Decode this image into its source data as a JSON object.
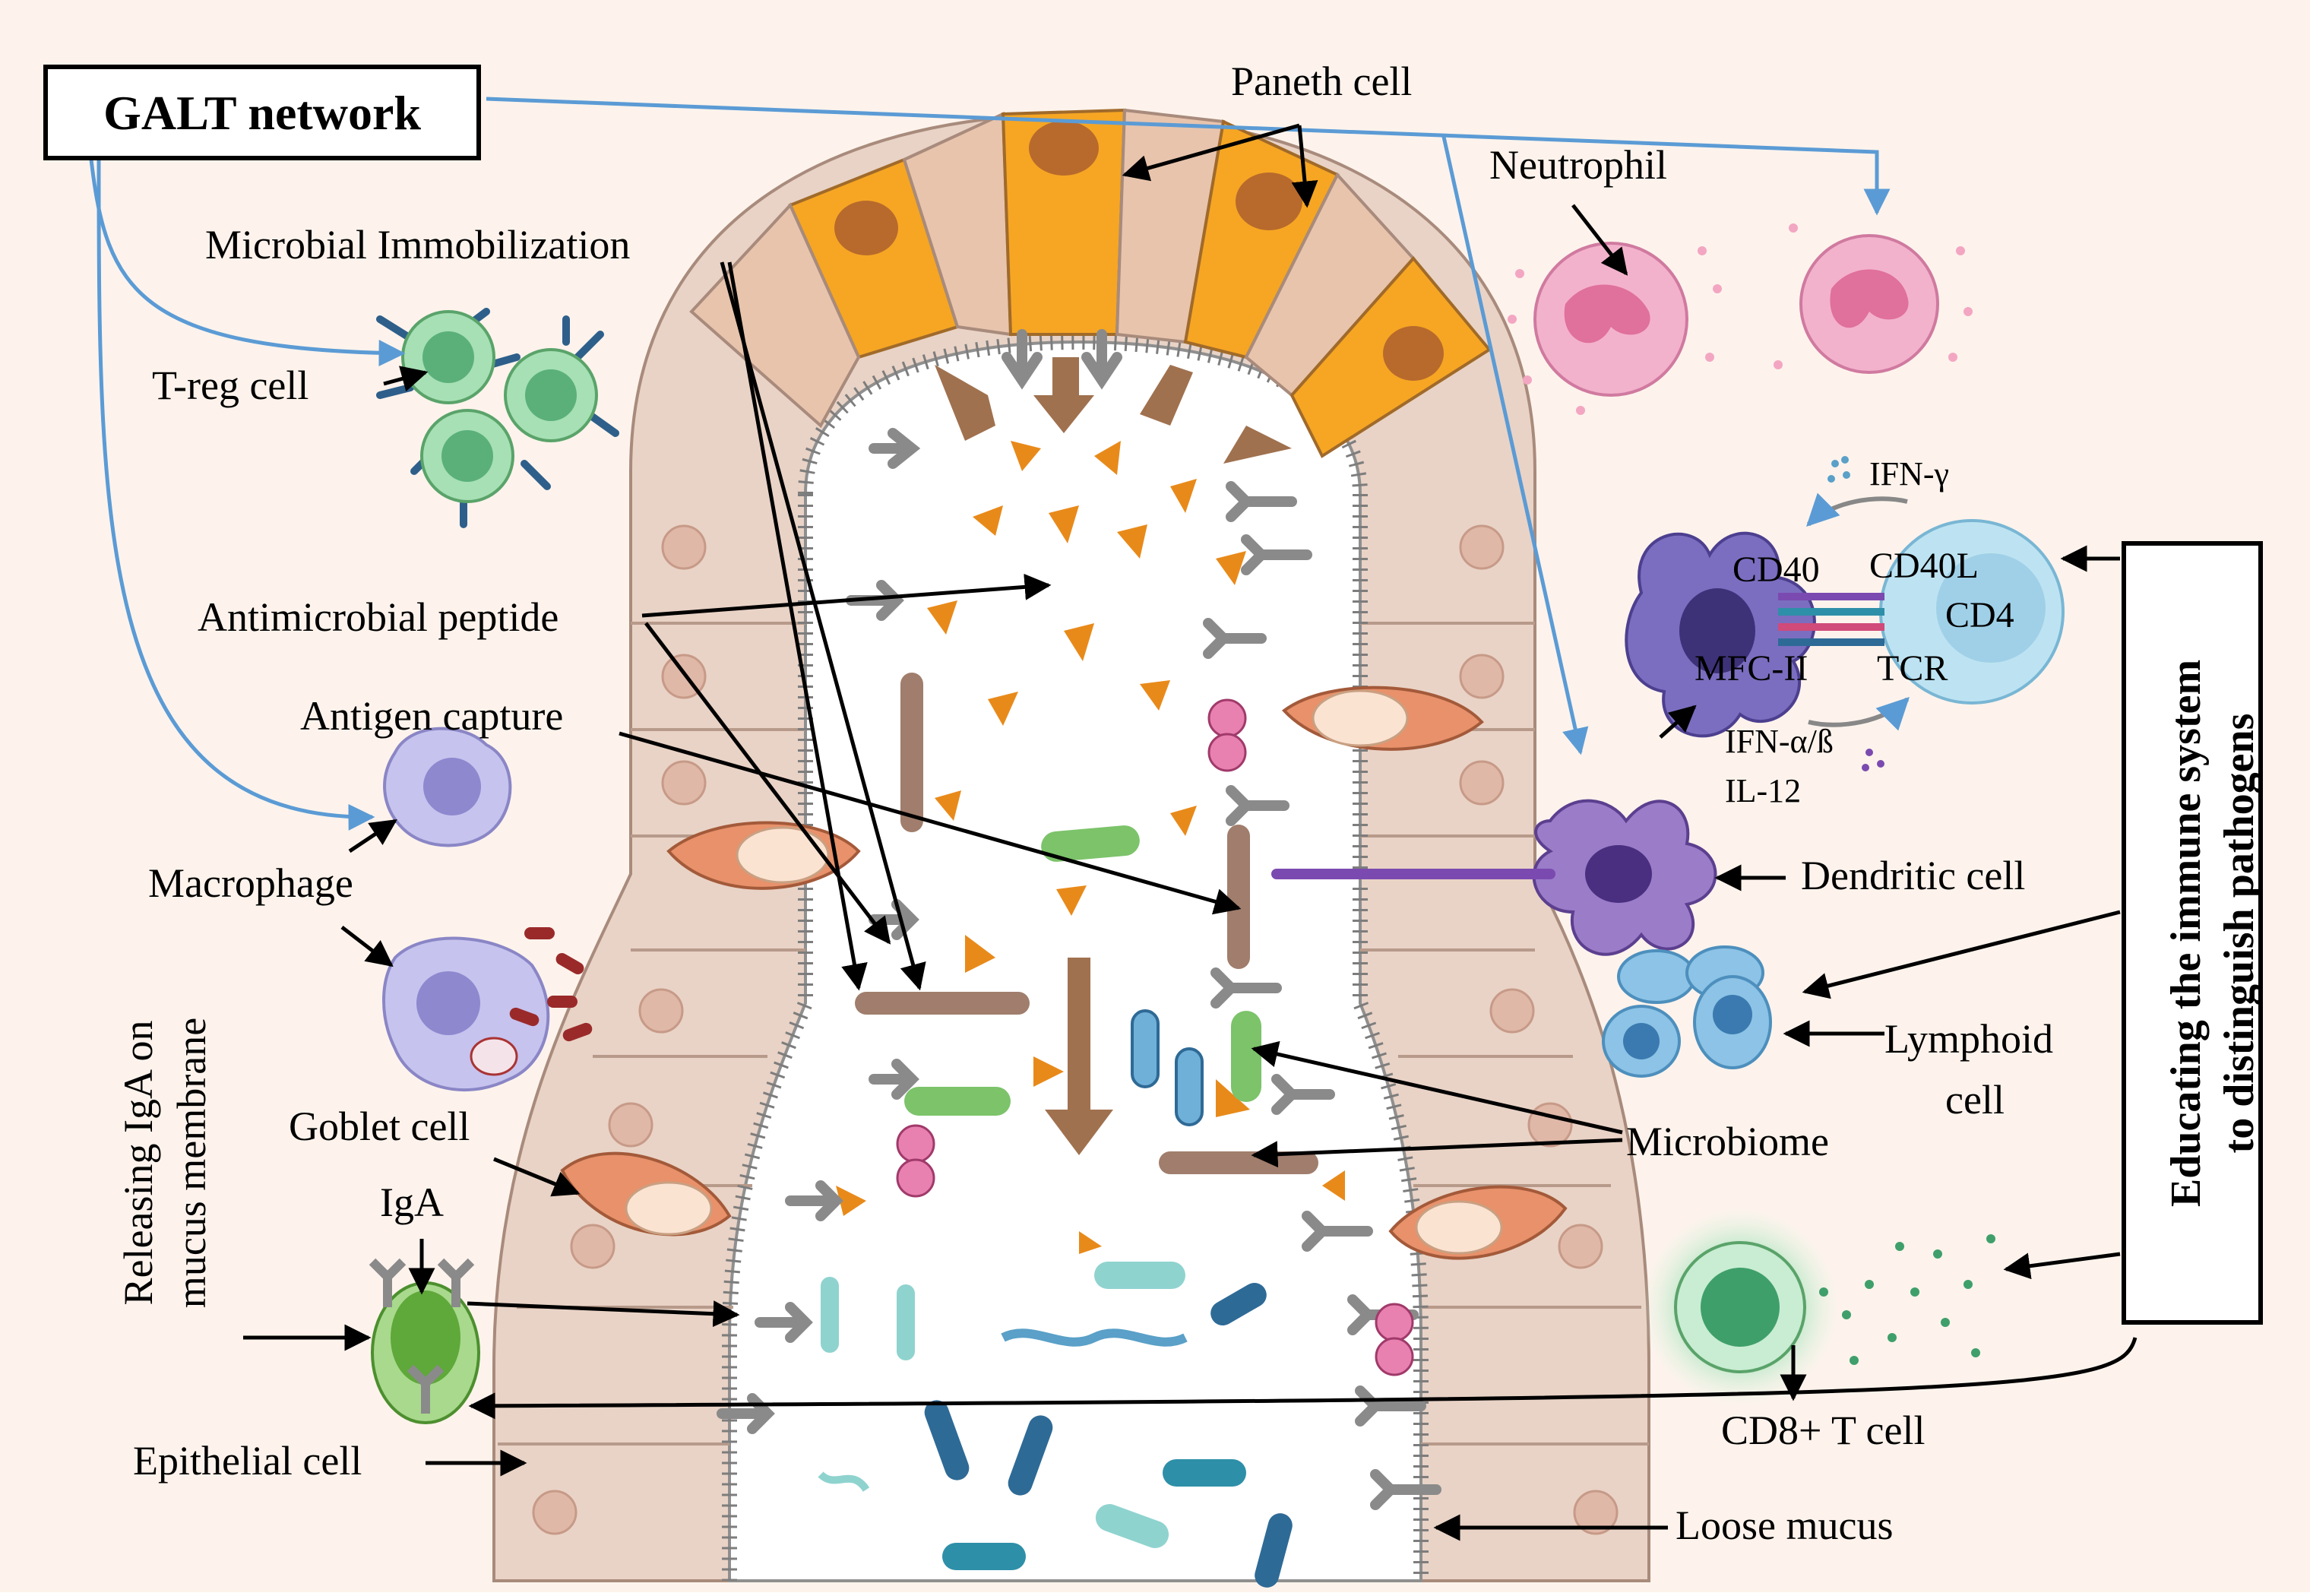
{
  "title": "GALT network",
  "side_panel": {
    "line1": "Educating the immune system",
    "line2": "to distinguish pathogens"
  },
  "left_vertical": {
    "line1": "Releasing IgA on",
    "line2": "mucus membrane"
  },
  "labels": {
    "paneth_cell": "Paneth cell",
    "neutrophil": "Neutrophil",
    "microbial_immobilization": "Microbial Immobilization",
    "treg_cell": "T-reg cell",
    "antimicrobial_peptide": "Antimicrobial peptide",
    "antigen_capture": "Antigen capture",
    "macrophage": "Macrophage",
    "goblet_cell": "Goblet cell",
    "iga": "IgA",
    "epithelial_cell": "Epithelial cell",
    "dendritic_cell": "Dendritic cell",
    "lymphoid_cell_1": "Lymphoid",
    "lymphoid_cell_2": "cell",
    "microbiome": "Microbiome",
    "cd8_t_cell": "CD8+ T cell",
    "loose_mucus": "Loose mucus"
  },
  "molecules": {
    "ifn_gamma": "IFN-γ",
    "cd40": "CD40",
    "cd40l": "CD40L",
    "cd4": "CD4",
    "mfc_ii": "MFC-II",
    "tcr": "TCR",
    "ifn_ab": "IFN-α/ß",
    "il12": "IL-12"
  },
  "colors": {
    "background": "#fdf3ec",
    "epithelium": "#e9d3c6",
    "epithelium_stroke": "#a88b7c",
    "paneth": "#f6a623",
    "paneth_nucleus": "#b86a2c",
    "goblet": "#e8916a",
    "amp_triangle": "#e88a1a",
    "treg": "#8fd19e",
    "macrophage": "#b9b7e8",
    "neutrophil": "#f0a6c4",
    "dendritic": "#8c7ac2",
    "cd4": "#bde3f2",
    "lymphoid": "#8cc3e6",
    "cd8": "#3f9f6a",
    "arrow_blue": "#5b9bd5",
    "arrow_black": "#000000"
  }
}
